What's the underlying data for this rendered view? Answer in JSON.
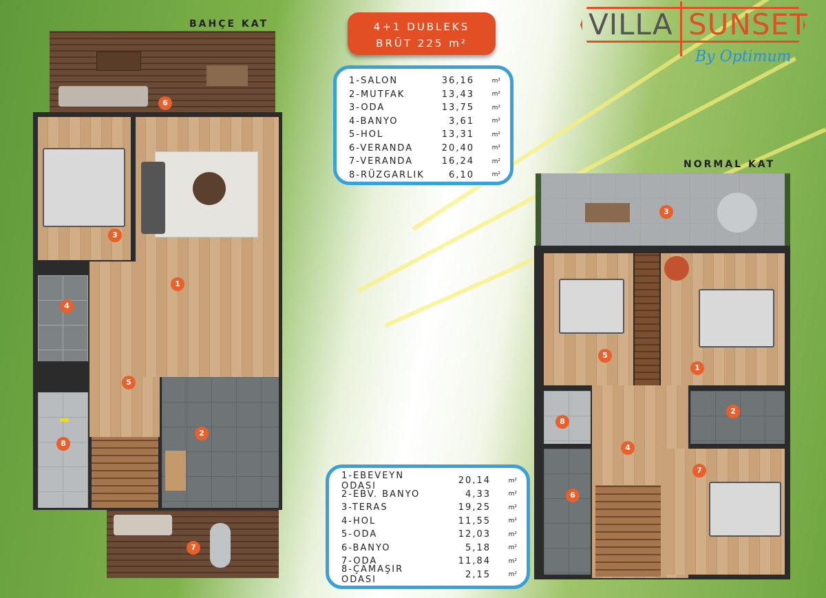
{
  "header": {
    "line1": "4+1 DUBLEKS",
    "line2": "BRÜT  225 m²"
  },
  "logo": {
    "villa": "VILLA",
    "sunset": "SUNSET",
    "by": "By Optimum"
  },
  "ground_floor": {
    "title": "BAHÇE KAT",
    "rooms": [
      {
        "name": "1-SALON",
        "area": "36,16",
        "unit": "m²"
      },
      {
        "name": "2-MUTFAK",
        "area": "13,43",
        "unit": "m²"
      },
      {
        "name": "3-ODA",
        "area": "13,75",
        "unit": "m²"
      },
      {
        "name": "4-BANYO",
        "area": "3,61",
        "unit": "m²"
      },
      {
        "name": "5-HOL",
        "area": "13,31",
        "unit": "m²"
      },
      {
        "name": "6-VERANDA",
        "area": "20,40",
        "unit": "m²"
      },
      {
        "name": "7-VERANDA",
        "area": "16,24",
        "unit": "m²"
      },
      {
        "name": "8-RÜZGARLIK",
        "area": "6,10",
        "unit": "m²"
      }
    ]
  },
  "upper_floor": {
    "title": "NORMAL KAT",
    "rooms": [
      {
        "name": "1-EBEVEYN ODASI",
        "area": "20,14",
        "unit": "m²"
      },
      {
        "name": "2-EBV. BANYO",
        "area": "4,33",
        "unit": "m²"
      },
      {
        "name": "3-TERAS",
        "area": "19,25",
        "unit": "m²"
      },
      {
        "name": "4-HOL",
        "area": "11,55",
        "unit": "m²"
      },
      {
        "name": "5-ODA",
        "area": "12,03",
        "unit": "m²"
      },
      {
        "name": "6-BANYO",
        "area": "5,18",
        "unit": "m²"
      },
      {
        "name": "7-ODA",
        "area": "11,84",
        "unit": "m²"
      },
      {
        "name": "8-ÇAMAŞIR ODASI",
        "area": "2,15",
        "unit": "m²"
      }
    ]
  },
  "badges": [
    "1",
    "2",
    "3",
    "4",
    "5",
    "6",
    "7",
    "8"
  ],
  "colors": {
    "accent": "#e24f24",
    "frame": "#3aa0d8",
    "logo_gray": "#555555",
    "signature": "#2a8fd6"
  }
}
